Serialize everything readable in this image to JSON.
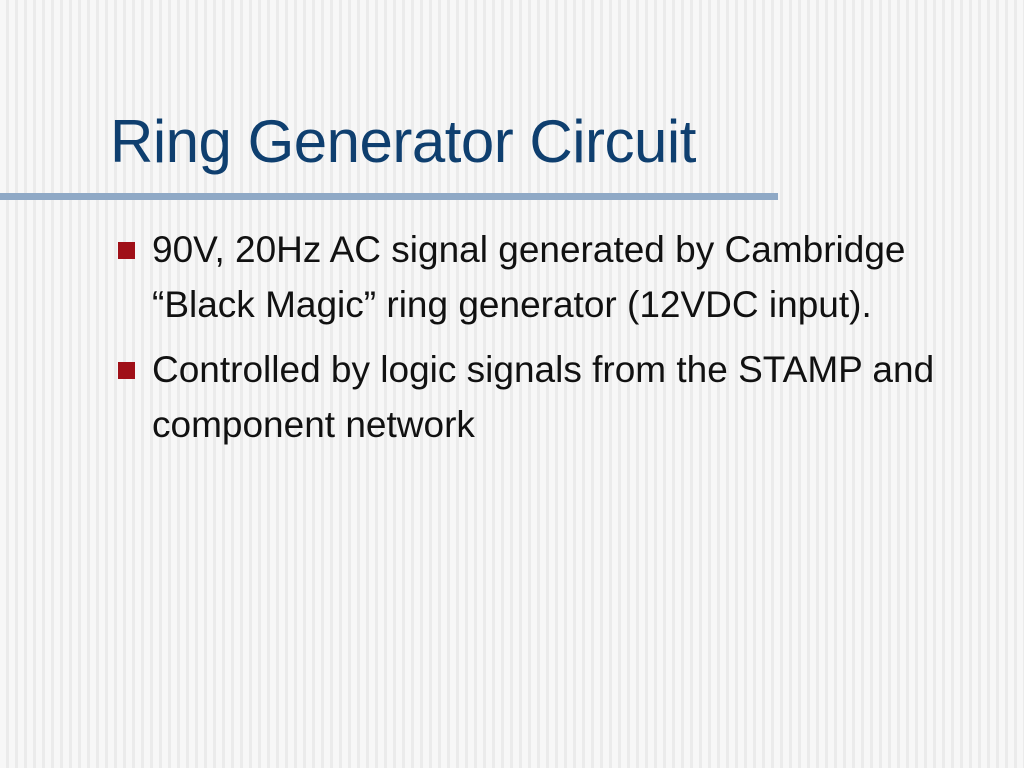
{
  "slide": {
    "title": "Ring Generator Circuit",
    "bullets": [
      "90V, 20Hz AC signal generated by Cambridge “Black Magic” ring generator (12VDC input).",
      "Controlled by logic signals from the STAMP and component network"
    ]
  },
  "colors": {
    "title": "#0f3f6f",
    "rule": "#8fa9c6",
    "bullet_mark": "#a01018",
    "text": "#111111"
  },
  "icons": {
    "bullet": "square-bullet-icon"
  }
}
